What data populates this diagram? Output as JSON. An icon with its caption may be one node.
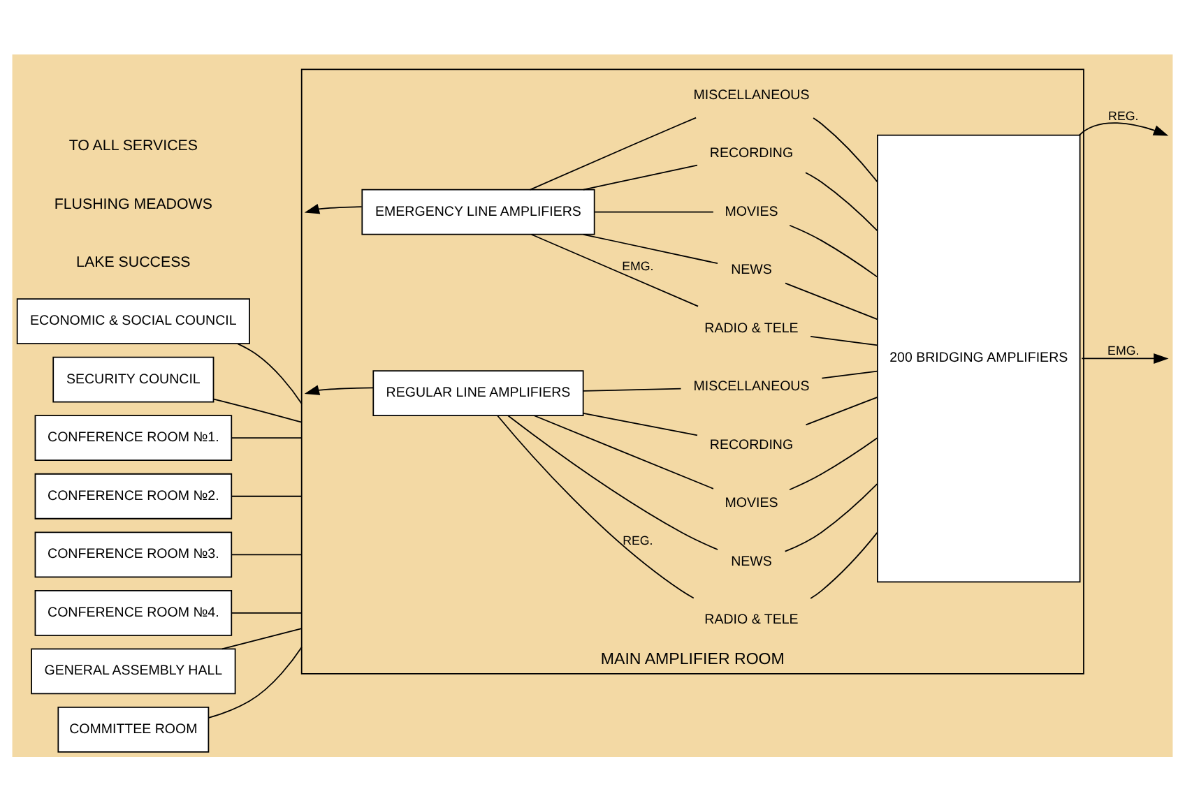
{
  "diagram": {
    "nodes": [
      {
        "text": [
          "ECONOMIC & SOCIAL COUNCIL"
        ]
      },
      {
        "text": [
          "SECURITY COUNCIL"
        ]
      },
      {
        "text": [
          "CONFERENCE ROOM №1."
        ]
      },
      {
        "text": [
          "CONFERENCE ROOM №2."
        ]
      },
      {
        "text": [
          "CONFERENCE ROOM №3."
        ]
      },
      {
        "text": [
          "CONFERENCE ROOM №4."
        ]
      },
      {
        "text": [
          "GENERAL ASSEMBLY HALL"
        ]
      },
      {
        "text": [
          "COMMITTEE ROOM"
        ]
      },
      {
        "text": [
          "MAIN AMPLIFIER ROOM"
        ]
      },
      {
        "text": [
          "REGULAR LINE AMPLIFIERS"
        ],
        "in": 8
      },
      {
        "text": [
          "RADIO & TELE"
        ],
        "in": 8
      },
      {
        "text": [
          "NEWS"
        ],
        "in": 8
      },
      {
        "text": [
          "MOVIES"
        ],
        "in": 8
      },
      {
        "text": [
          "RECORDING"
        ],
        "in": 8
      },
      {
        "text": [
          "MISCELLANEOUS"
        ],
        "in": 8
      },
      {
        "text": [
          "EMERGENCY LINE AMPLIFIERS"
        ],
        "in": 8
      },
      {
        "text": [
          "RADIO & TELE"
        ],
        "in": 8
      },
      {
        "text": [
          "NEWS"
        ],
        "in": 8
      },
      {
        "text": [
          "MOVIES"
        ],
        "in": 8
      },
      {
        "text": [
          "RECORDING"
        ],
        "in": 8
      },
      {
        "text": [
          "MISCELLANEOUS"
        ],
        "in": 8
      },
      {
        "text": [
          "200 BRIDGING AMPLIFIERS"
        ],
        "in": 8
      }
    ],
    "edges": [
      {
        "from": 0,
        "to": 8,
        "arrow": "none"
      },
      {
        "from": 1,
        "to": 8,
        "arrow": "none"
      },
      {
        "from": 2,
        "to": 8,
        "arrow": "none"
      },
      {
        "from": 3,
        "to": 8,
        "arrow": "none"
      },
      {
        "from": 4,
        "to": 8,
        "arrow": "none"
      },
      {
        "from": 5,
        "to": 8,
        "arrow": "none"
      },
      {
        "from": 6,
        "to": 8,
        "arrow": "none"
      },
      {
        "from": 7,
        "to": 8,
        "arrow": "none"
      },
      {
        "from": 9,
        "to": 8,
        "arrow": "to"
      },
      {
        "from": 9,
        "to": 10,
        "arrow": "none",
        "label": "REG."
      },
      {
        "from": 9,
        "to": 11,
        "arrow": "none"
      },
      {
        "from": 9,
        "to": 12,
        "arrow": "none"
      },
      {
        "from": 9,
        "to": 13,
        "arrow": "none"
      },
      {
        "from": 9,
        "to": 14,
        "arrow": "none"
      },
      {
        "from": 15,
        "to": 8,
        "arrow": "to"
      },
      {
        "from": 15,
        "to": 16,
        "arrow": "none",
        "label": "EMG."
      },
      {
        "from": 15,
        "to": 17,
        "arrow": "none"
      },
      {
        "from": 15,
        "to": 18,
        "arrow": "none"
      },
      {
        "from": 15,
        "to": 19,
        "arrow": "none"
      },
      {
        "from": 15,
        "to": 20,
        "arrow": "none"
      },
      {
        "from": 10,
        "to": 21,
        "arrow": "none"
      },
      {
        "from": 11,
        "to": 21,
        "arrow": "none"
      },
      {
        "from": 12,
        "to": 21,
        "arrow": "none"
      },
      {
        "from": 13,
        "to": 21,
        "arrow": "none"
      },
      {
        "from": 14,
        "to": 21,
        "arrow": "none"
      },
      {
        "from": 16,
        "to": 21,
        "arrow": "none"
      },
      {
        "from": 17,
        "to": 21,
        "arrow": "none"
      },
      {
        "from": 18,
        "to": 21,
        "arrow": "none"
      },
      {
        "from": 19,
        "to": 21,
        "arrow": "none"
      },
      {
        "from": 20,
        "to": 21,
        "arrow": "none"
      },
      {
        "from": 21,
        "to": null,
        "arrow": "to",
        "label": "REG."
      },
      {
        "from": 21,
        "to": null,
        "arrow": "to",
        "label": "EMG."
      }
    ],
    "labels": [
      "LAKE SUCCESS",
      "FLUSHING MEADOWS",
      "TO ALL SERVICES"
    ]
  }
}
